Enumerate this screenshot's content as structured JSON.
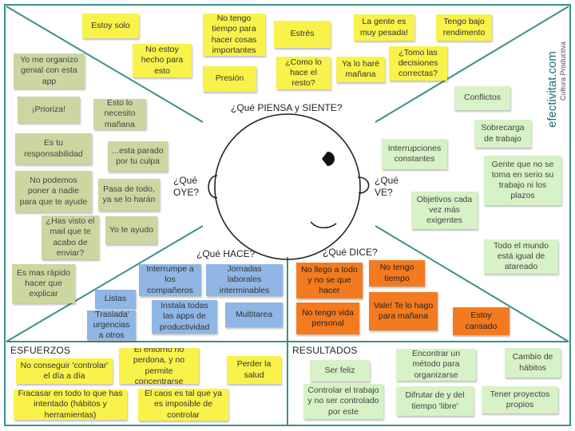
{
  "colors": {
    "line": "#3b8f89",
    "yellow": "#f8f24a",
    "green": "#d7f2c7",
    "blue": "#8fb6e4",
    "orange": "#f47a1f",
    "olive": "#ccd6a0"
  },
  "labels": {
    "piensa": "¿Qué PIENSA y SIENTE?",
    "oye_q": "¿Qué",
    "oye_w": "OYE?",
    "ve_q": "¿Qué",
    "ve_w": "VE?",
    "hace": "¿Qué HACE?",
    "dice": "¿Qué DICE?",
    "esfuerzos": "ESFUERZOS",
    "resultados": "RESULTADOS"
  },
  "brand": {
    "domain": "efectivitat.com",
    "tagline": "Cultura Productiva"
  },
  "notes": {
    "piensa": [
      "Estoy solo",
      "No tengo tiempo para hacer cosas importantes",
      "Estrés",
      "La gente es muy pesada!",
      "Tengo bajo rendimento",
      "No estoy hecho para esto",
      "Presión",
      "¿Como lo hace el resto?",
      "Ya lo haré mañana",
      "¿Tomo las decisiones correctas?"
    ],
    "oye": [
      "Yo me organizo genial con esta app",
      "¡Prioriza!",
      "Esto lo necesito mañana",
      "Es tu responsabilidad",
      "...esta parado por tu culpa",
      "No podemos poner a nadie para que te ayude",
      "Pasa de todo, ya se lo harán",
      "¿Has visto el mail que te acabo de enviar?",
      "Yo te ayudo",
      "Es mas rápido hacer que explicar"
    ],
    "ve": [
      "Conflictos",
      "Sobrecarga de trabajo",
      "Interrupciones constantes",
      "Gente que no se toma en serio su trabajo ni los plazos",
      "Objetivos cada vez más exigentes",
      "Todo el mundo está igual de atareado"
    ],
    "hace": [
      "Interrumpe a los compañeros",
      "Jornadas laborales interminables",
      "Listas",
      "Instala todas las apps de productividad",
      "Multitarea",
      "'Traslada' urgencias a otros"
    ],
    "dice": [
      "No llego a todo y no se que hacer",
      "No tengo tiempo",
      "No tengo vida personal",
      "Vale! Te lo hago para mañana",
      "Estoy cansado"
    ],
    "esfuerzos": [
      "No conseguir 'controlar' el día a día",
      "El entorno no perdona, y no permite concentrarse",
      "Perder la salud",
      "Fracasar en todo lo que has intentado (hábitos y herramientas)",
      "El caos es tal que ya es imposible de controlar"
    ],
    "resultados": [
      "Ser feliz",
      "Encontrar un método para organizarse",
      "Cambio de hábitos",
      "Controlar el trabajo y no ser controlado por este",
      "Difrutar de y del tiempo 'libre'",
      "Tener proyectos propios"
    ]
  }
}
